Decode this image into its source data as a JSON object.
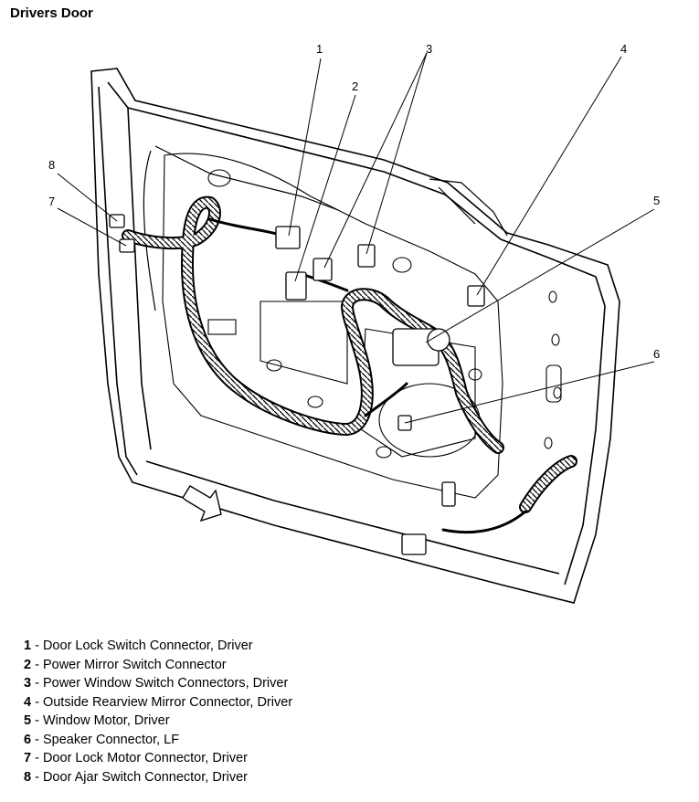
{
  "title": "Drivers Door",
  "callouts": [
    "1",
    "2",
    "3",
    "4",
    "5",
    "6",
    "7",
    "8"
  ],
  "legend": [
    {
      "num": "1",
      "text": " - Door Lock Switch Connector, Driver"
    },
    {
      "num": "2",
      "text": " - Power Mirror Switch Connector"
    },
    {
      "num": "3",
      "text": " - Power Window Switch Connectors, Driver"
    },
    {
      "num": "4",
      "text": " - Outside Rearview Mirror Connector, Driver"
    },
    {
      "num": "5",
      "text": " - Window Motor, Driver"
    },
    {
      "num": "6",
      "text": " - Speaker Connector, LF"
    },
    {
      "num": "7",
      "text": " - Door Lock Motor Connector, Driver"
    },
    {
      "num": "8",
      "text": " - Door Ajar Switch Connector, Driver"
    }
  ]
}
